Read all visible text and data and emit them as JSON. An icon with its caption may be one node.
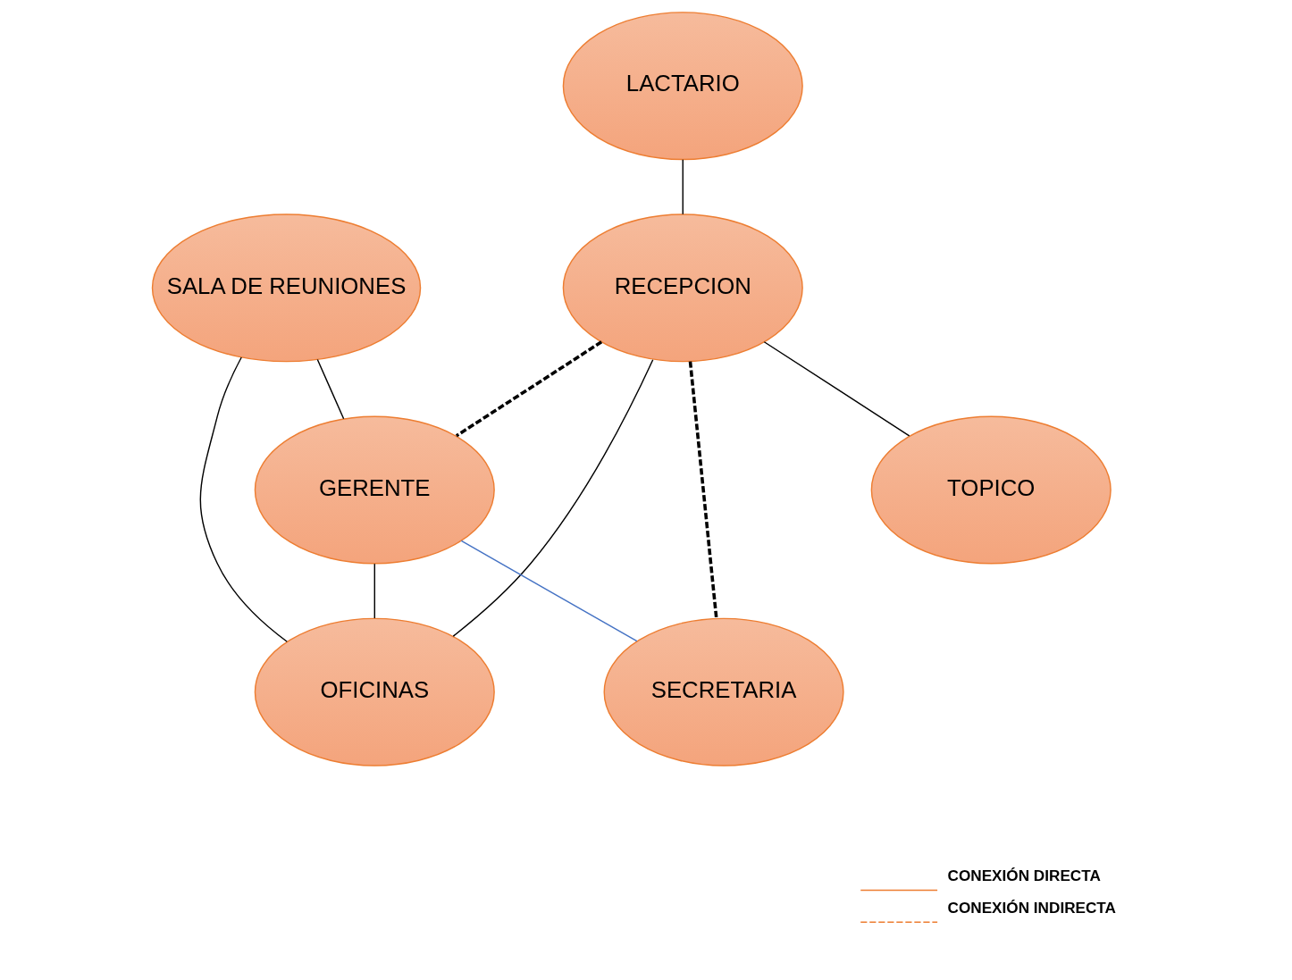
{
  "diagram": {
    "nodes": [
      {
        "text": [
          "LACTARIO"
        ]
      },
      {
        "text": [
          "SALA DE REUNIONES"
        ]
      },
      {
        "text": [
          "RECEPCION"
        ]
      },
      {
        "text": [
          "GERENTE"
        ]
      },
      {
        "text": [
          "OFICINAS"
        ]
      },
      {
        "text": [
          "TOPICO"
        ]
      },
      {
        "text": [
          "SECRETARIA"
        ]
      }
    ],
    "edges": [
      {
        "from": 0,
        "to": 2,
        "arrow": "none"
      },
      {
        "from": 1,
        "to": 4,
        "arrow": "none"
      },
      {
        "from": 1,
        "to": 3,
        "arrow": "none"
      },
      {
        "from": 2,
        "to": 3,
        "arrow": "none",
        "style": "dashed"
      },
      {
        "from": 2,
        "to": 6,
        "arrow": "none",
        "style": "dashed"
      },
      {
        "from": 2,
        "to": 4,
        "arrow": "none"
      },
      {
        "from": 2,
        "to": 5,
        "arrow": "none"
      },
      {
        "from": 3,
        "to": 4,
        "arrow": "none"
      },
      {
        "from": 3,
        "to": 6,
        "arrow": "none",
        "color": "#4472c4"
      }
    ],
    "legend": [
      {
        "text": "CONEXIÓN DIRECTA"
      },
      {
        "text": "CONEXIÓN INDIRECTA"
      }
    ]
  }
}
